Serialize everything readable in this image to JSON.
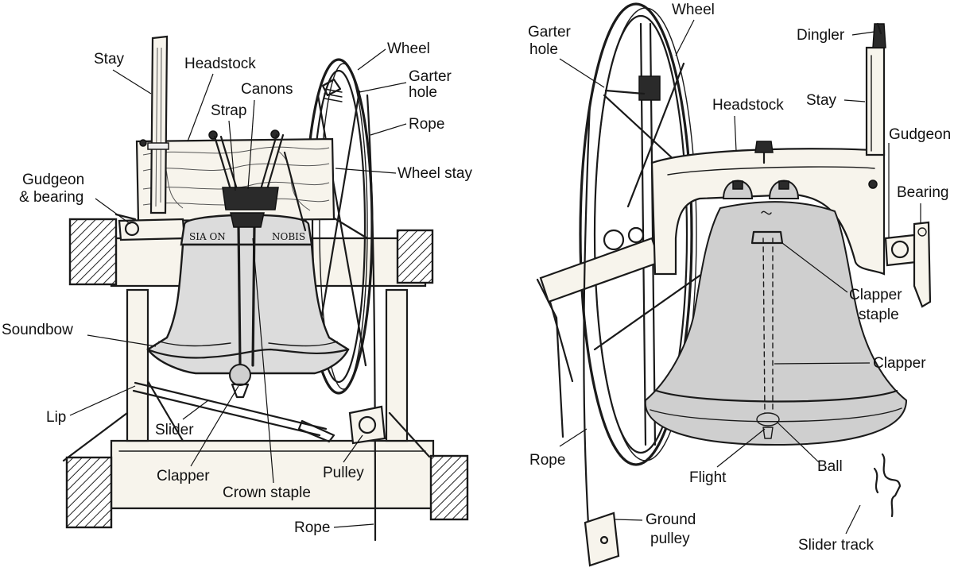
{
  "left_labels": {
    "stay": "Stay",
    "headstock": "Headstock",
    "canons": "Canons",
    "strap": "Strap",
    "wheel": "Wheel",
    "garter_hole_1": "Garter",
    "garter_hole_2": "hole",
    "rope_upper": "Rope",
    "wheel_stay": "Wheel stay",
    "gudgeon_bearing_1": "Gudgeon",
    "gudgeon_bearing_2": "& bearing",
    "soundbow": "Soundbow",
    "lip": "Lip",
    "slider": "Slider",
    "clapper": "Clapper",
    "crown_staple": "Crown staple",
    "pulley": "Pulley",
    "rope_lower": "Rope"
  },
  "left_inscription": {
    "part1": "SIA ON",
    "part2": "NOBIS"
  },
  "right_labels": {
    "wheel": "Wheel",
    "garter_hole_1": "Garter",
    "garter_hole_2": "hole",
    "dingler": "Dingler",
    "headstock": "Headstock",
    "stay": "Stay",
    "gudgeon": "Gudgeon",
    "bearing": "Bearing",
    "clapper_staple_1": "Clapper",
    "clapper_staple_2": "staple",
    "clapper": "Clapper",
    "rope": "Rope",
    "flight": "Flight",
    "ball": "Ball",
    "ground_pulley_1": "Ground",
    "ground_pulley_2": "pulley",
    "slider_track": "Slider track"
  }
}
